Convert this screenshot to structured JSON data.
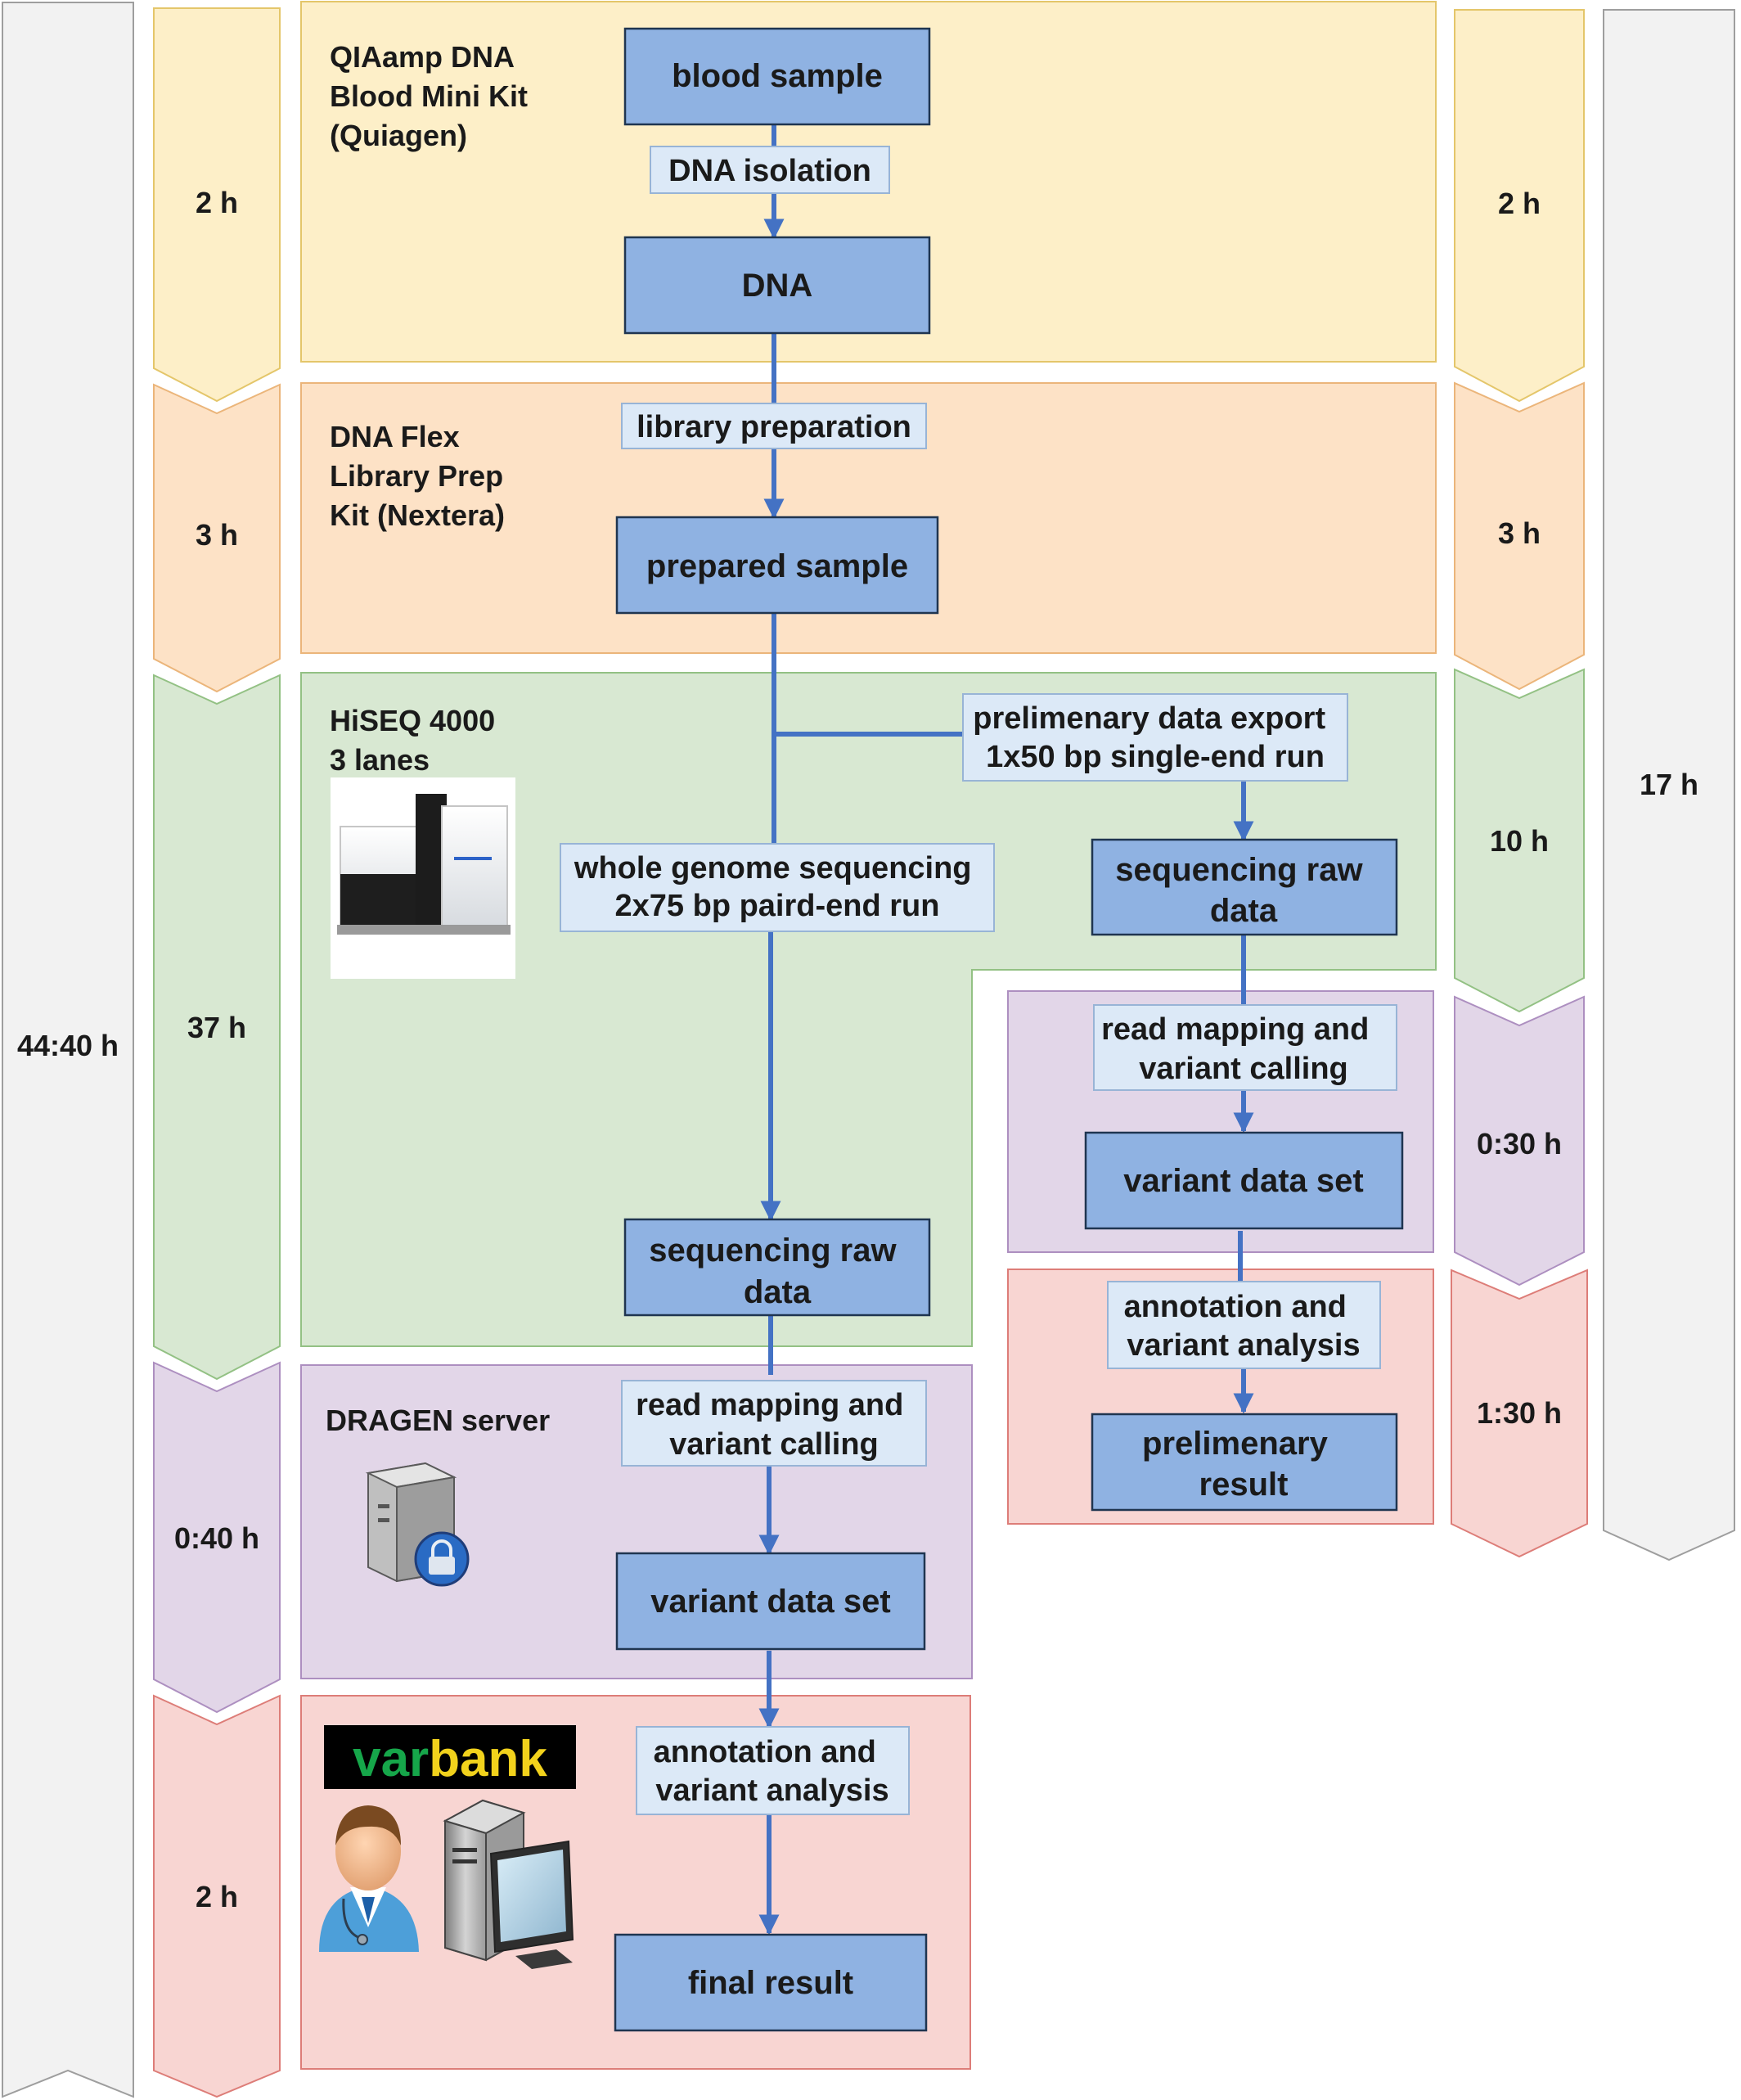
{
  "panels": {
    "qiaamp": {
      "label_lines": [
        "QIAamp DNA",
        "Blood Mini Kit",
        "(Quiagen)"
      ],
      "color": "#fdefc8",
      "border": "#e4c66a"
    },
    "dnaflex": {
      "label_lines": [
        "DNA Flex",
        "Library Prep",
        "Kit (Nextera)"
      ],
      "color": "#fde2c6",
      "border": "#ebb57a"
    },
    "hiseq": {
      "label_lines": [
        "HiSEQ 4000",
        "3 lanes"
      ],
      "color": "#d8e8d2",
      "border": "#93c184"
    },
    "dragen": {
      "label": "DRAGEN server",
      "color": "#e2d6e8",
      "border": "#ad8fc0"
    },
    "varbank": {
      "logo_text_part1": "var",
      "logo_text_part2": "bank",
      "color": "#f8d5d2",
      "border": "#dd7d78"
    },
    "right_mapping": {
      "color": "#e2d6e8",
      "border": "#ad8fc0"
    },
    "right_annotation": {
      "color": "#f8d5d2",
      "border": "#dd7d78"
    }
  },
  "nodes": {
    "blood_sample": "blood sample",
    "dna": "DNA",
    "prepared_sample": "prepared sample",
    "seq_raw_main": [
      "sequencing raw",
      "data"
    ],
    "variant_main": "variant data set",
    "final_result": "final result",
    "seq_raw_prelim": [
      "sequencing raw",
      "data"
    ],
    "variant_prelim": "variant data set",
    "prelim_result": [
      "prelimenary",
      "result"
    ]
  },
  "steps": {
    "dna_isolation": "DNA isolation",
    "library_prep": "library preparation",
    "wgs": [
      "whole genome sequencing",
      "2x75 bp paird-end run"
    ],
    "prelim_export": [
      "prelimenary data export",
      "1x50 bp single-end run"
    ],
    "mapping_main": [
      "read mapping and",
      "variant calling"
    ],
    "annotation_main": [
      "annotation and",
      "variant analysis"
    ],
    "mapping_prelim": [
      "read mapping and",
      "variant calling"
    ],
    "annotation_prelim": [
      "annotation and",
      "variant analysis"
    ]
  },
  "times": {
    "left": [
      "2 h",
      "3 h",
      "37 h",
      "0:40 h",
      "2 h"
    ],
    "right": [
      "2 h",
      "3 h",
      "10 h",
      "0:30 h",
      "1:30 h"
    ],
    "total_full": "44:40 h",
    "total_prelim": "17 h"
  },
  "colors": {
    "node_fill": "#8fb2e2",
    "step_fill": "#dce9f7",
    "arrow": "#4472c4",
    "total_bar": "#f2f2f2"
  }
}
